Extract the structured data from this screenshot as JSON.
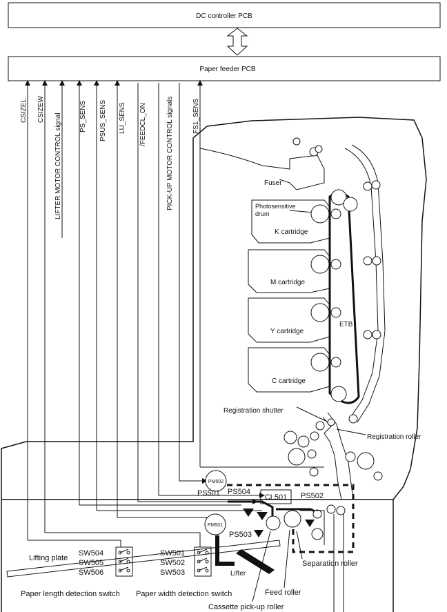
{
  "boards": {
    "dc_controller": "DC controller PCB",
    "paper_feeder": "Paper feeder PCB"
  },
  "signals": [
    "CSIZEL",
    "CSIZEW",
    "LIFTER MOTOR CONTROL signal",
    "PS_SENS",
    "PSUS_SENS",
    "LU_SENS",
    "/FEEDCL_ON",
    "PICK-UP MOTOR CONTROL signals",
    "FS1_SENS"
  ],
  "components": {
    "fuser": "Fuser",
    "drum_line1": "Photosensitive",
    "drum_line2": "drum",
    "k_cartridge": "K cartridge",
    "m_cartridge": "M cartridge",
    "y_cartridge": "Y cartridge",
    "c_cartridge": "C cartridge",
    "etb": "ETB",
    "registration_shutter": "Registration shutter",
    "registration_roller": "Registration roller",
    "pm502": "PM502",
    "pm501": "PM501",
    "ps501": "PS501",
    "ps504": "PS504",
    "cl501": "CL501",
    "ps502": "PS502",
    "ps503": "PS503",
    "lifter": "Lifter",
    "lifting_plate": "Lifting plate",
    "separation_roller": "Separation roller",
    "feed_roller": "Feed roller",
    "cassette_pickup_roller": "Cassette pick-up roller",
    "paper_length_switch": "Paper length detection switch",
    "paper_width_switch": "Paper width detection switch"
  },
  "switches_left": [
    "SW504",
    "SW505",
    "SW506"
  ],
  "switches_right": [
    "SW501",
    "SW502",
    "SW503"
  ]
}
